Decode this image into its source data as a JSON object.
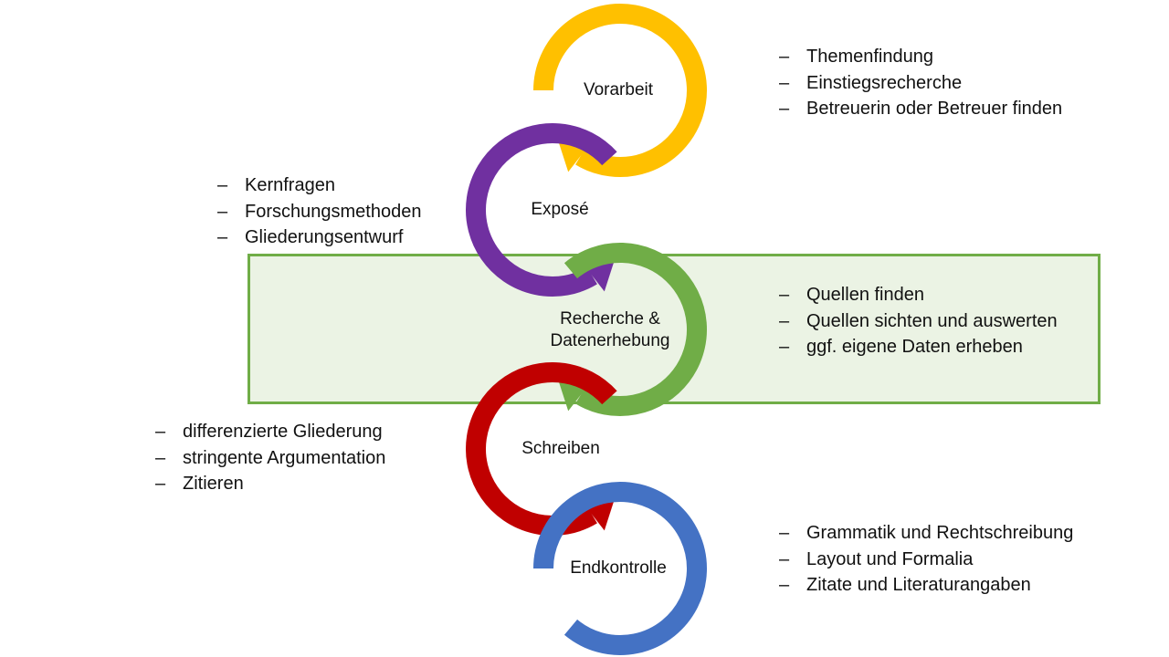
{
  "colors": {
    "yellow": "#ffc000",
    "purple": "#7030a0",
    "green": "#70ad47",
    "red": "#c00000",
    "blue": "#4472c4",
    "highlight_fill": "#ebf3e4",
    "highlight_border": "#70ad47"
  },
  "stages": [
    {
      "name": "Vorarbeit",
      "color": "#ffc000",
      "details": [
        "Themenfindung",
        "Einstiegsrecherche",
        "Betreuerin oder Betreuer finden"
      ]
    },
    {
      "name": "Exposé",
      "color": "#7030a0",
      "details": [
        "Kernfragen",
        "Forschungsmethoden",
        "Gliederungsentwurf"
      ]
    },
    {
      "name_line1": "Recherche &",
      "name_line2": "Datenerhebung",
      "color": "#70ad47",
      "highlighted": true,
      "details": [
        "Quellen finden",
        "Quellen sichten und auswerten",
        "ggf. eigene Daten erheben"
      ]
    },
    {
      "name": "Schreiben",
      "color": "#c00000",
      "details": [
        "differenzierte Gliederung",
        "stringente Argumentation",
        "Zitieren"
      ]
    },
    {
      "name": "Endkontrolle",
      "color": "#4472c4",
      "details": [
        "Grammatik und Rechtschreibung",
        "Layout und Formalia",
        "Zitate und Literaturangaben"
      ]
    }
  ]
}
